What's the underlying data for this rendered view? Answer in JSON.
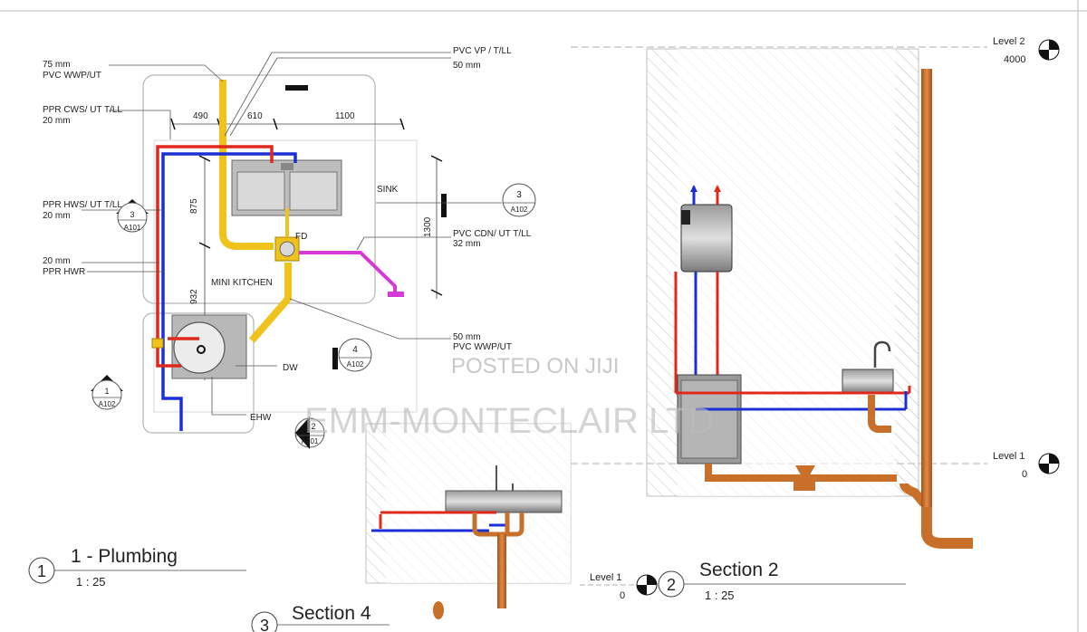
{
  "plan": {
    "title_number": "1",
    "title": "1 - Plumbing",
    "scale": "1 : 25",
    "labels": {
      "pvc_wwp_size": "75 mm",
      "pvc_wwp": "PVC WWP/UT",
      "ppr_cws": "PPR CWS/ UT  T/LL",
      "ppr_cws_size": "20 mm",
      "ppr_hws": "PPR HWS/ UT T/LL",
      "ppr_hws_size": "20 mm",
      "ppr_hwr_size": "20 mm",
      "ppr_hwr": "PPR HWR",
      "pvc_vp": "PVC VP / T/LL",
      "pvc_vp_size": "50 mm",
      "pvc_cdn": "PVC CDN/ UT T/LL",
      "pvc_cdn_size": "32 mm",
      "wwp_lower_size": "50 mm",
      "wwp_lower": "PVC WWP/UT",
      "sink": "SINK",
      "fd": "FD",
      "mini_kitchen": "MINI KITCHEN",
      "dw": "DW",
      "ehw": "EHW"
    },
    "dims": {
      "d490": "490",
      "d610": "610",
      "d1100": "1100",
      "d875": "875",
      "d932": "932",
      "d1300": "1300"
    },
    "callouts": {
      "c3_num": "3",
      "c3_ref": "A102",
      "c4_num": "4",
      "c4_ref": "A102",
      "cl3_num": "3",
      "cl3_ref": "A101",
      "cl1_num": "1",
      "cl1_ref": "A102",
      "cl2_num": "2",
      "cl2_ref": "A101"
    }
  },
  "section2": {
    "number": "2",
    "title": "Section 2",
    "scale": "1 : 25",
    "level2_name": "Level 2",
    "level2_value": "4000",
    "level1_name": "Level 1",
    "level1_value": "0"
  },
  "section4": {
    "number": "3",
    "title": "Section 4",
    "level1_name": "Level 1",
    "level1_value": "0"
  },
  "watermarks": {
    "posted": "POSTED ON JIJI",
    "company": "EMM-MONTECLAIR LTD"
  },
  "colors": {
    "cold": "#1c2fd6",
    "hot": "#e0291d",
    "waste": "#f0c21c",
    "condensate": "#d63ad6",
    "copper": "#c8702a"
  }
}
